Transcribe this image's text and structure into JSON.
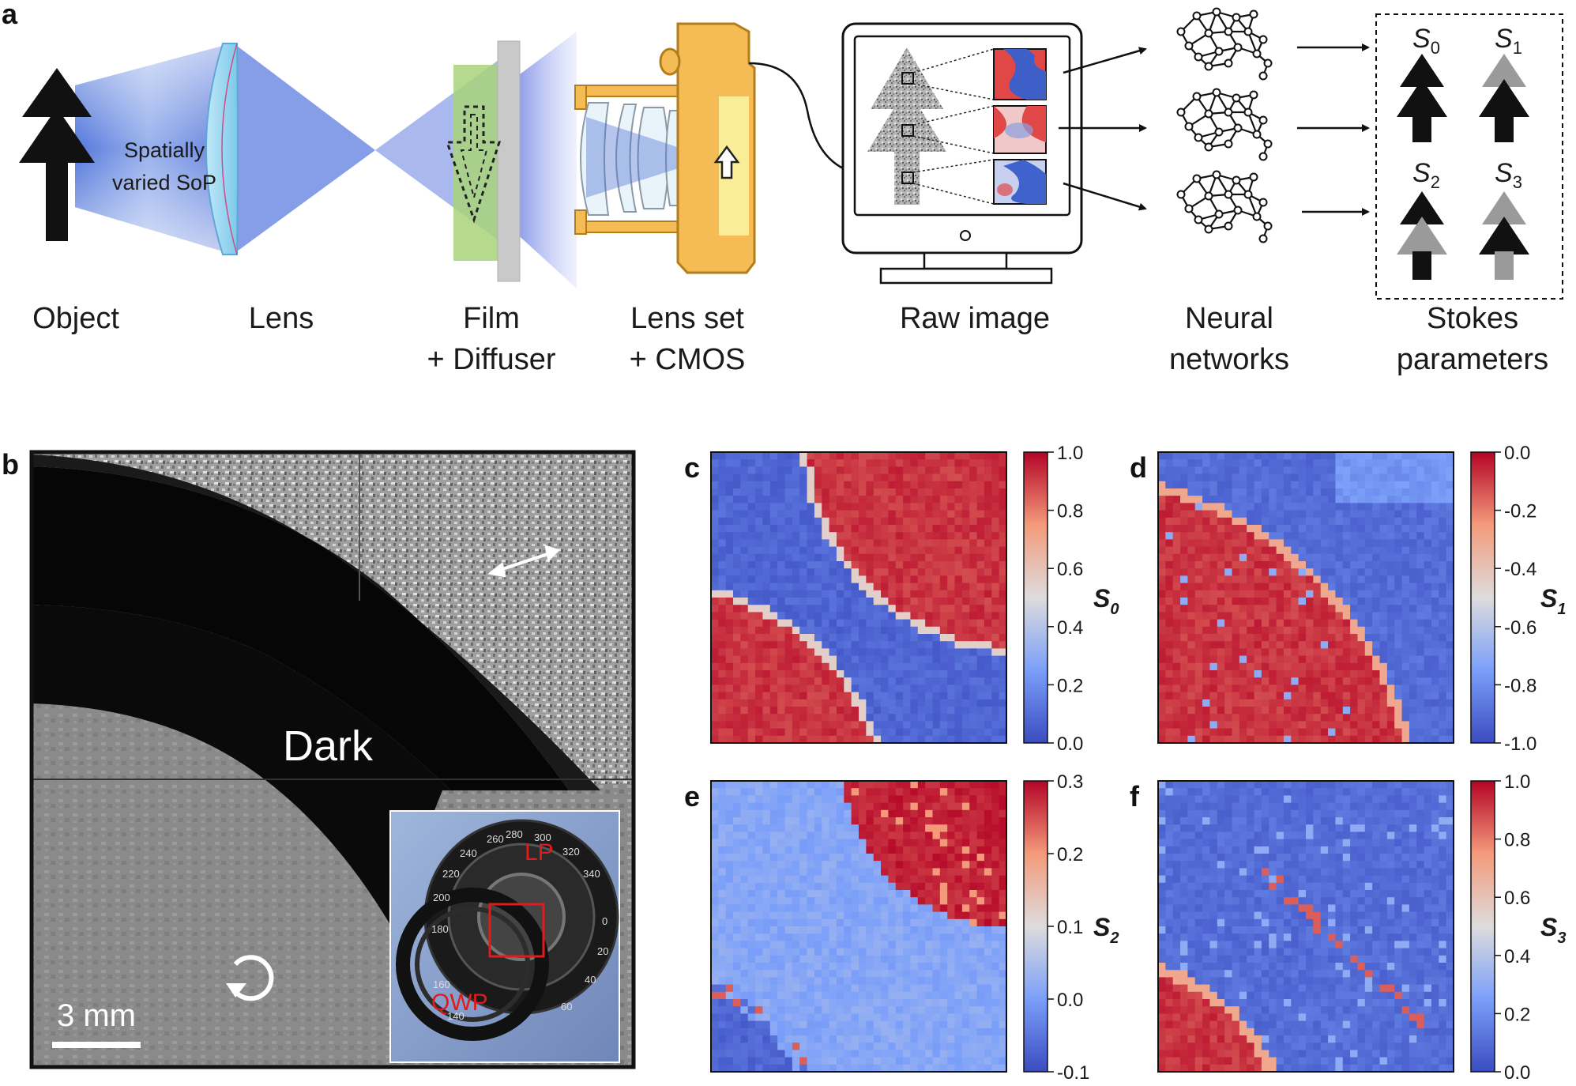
{
  "panel_a": {
    "letter": "a",
    "stage_labels": [
      {
        "line1": "Object",
        "line2": ""
      },
      {
        "line1": "Lens",
        "line2": ""
      },
      {
        "line1": "Film",
        "line2": "+ Diffuser"
      },
      {
        "line1": "Lens set",
        "line2": "+ CMOS"
      },
      {
        "line1": "Raw image",
        "line2": ""
      },
      {
        "line1": "Neural",
        "line2": "networks"
      },
      {
        "line1": "Stokes",
        "line2": "parameters"
      }
    ],
    "beam_note_line1": "Spatially",
    "beam_note_line2": "varied SoP",
    "stokes": [
      {
        "sym": "S",
        "sub": "0"
      },
      {
        "sym": "S",
        "sub": "1"
      },
      {
        "sym": "S",
        "sub": "2"
      },
      {
        "sym": "S",
        "sub": "3"
      }
    ]
  },
  "panel_b": {
    "letter": "b",
    "dark_label": "Dark",
    "scale_bar": "3 mm",
    "inset_lp": "LP",
    "inset_qwp": "QWP",
    "dial_numbers": [
      "260",
      "280",
      "300",
      "320",
      "340",
      "240",
      "220",
      "200",
      "0",
      "20",
      "40",
      "60",
      "180",
      "160",
      "140"
    ]
  },
  "maps": [
    {
      "letter": "c",
      "sym": "S",
      "sub": "0",
      "ticks": [
        "1.0",
        "0.8",
        "0.6",
        "0.4",
        "0.2",
        "0.0"
      ],
      "pattern": "s0"
    },
    {
      "letter": "d",
      "sym": "S",
      "sub": "1",
      "ticks": [
        "0.0",
        "-0.2",
        "-0.4",
        "-0.6",
        "-0.8",
        "-1.0"
      ],
      "pattern": "s1"
    },
    {
      "letter": "e",
      "sym": "S",
      "sub": "2",
      "ticks": [
        "0.3",
        "0.2",
        "0.1",
        "0.0",
        "-0.1"
      ],
      "pattern": "s2"
    },
    {
      "letter": "f",
      "sym": "S",
      "sub": "3",
      "ticks": [
        "1.0",
        "0.8",
        "0.6",
        "0.4",
        "0.2",
        "0.0"
      ],
      "pattern": "s3"
    }
  ],
  "colors": {
    "red": "#c8282c",
    "blue": "#3b54b4",
    "mid": "#dcdcdc",
    "camera": "#f5bb55",
    "film": "#a8d47a"
  }
}
